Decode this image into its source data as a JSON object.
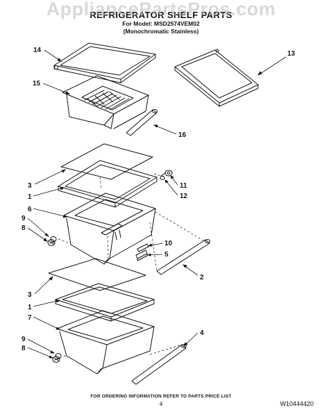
{
  "watermark": "AppliancePartsPros.com",
  "header": {
    "title": "REFRIGERATOR SHELF PARTS",
    "model_line": "For Model: MSD2574VEM02",
    "variant_line": "(Monochromatic Stainless)"
  },
  "callouts": [
    "14",
    "13",
    "15",
    "16",
    "3",
    "11",
    "1",
    "12",
    "6",
    "9",
    "8",
    "10",
    "5",
    "2",
    "3",
    "1",
    "7",
    "4",
    "9",
    "8"
  ],
  "footer": {
    "ordering_note": "FOR ORDERING INFORMATION REFER TO PARTS PRICE LIST",
    "page_number": "4",
    "document_number": "W10444420"
  }
}
